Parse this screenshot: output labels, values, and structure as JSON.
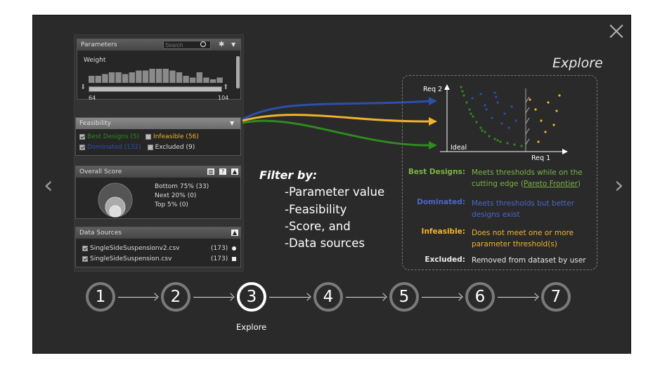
{
  "close_label": "×",
  "nav": {
    "prev": "‹",
    "next": "›"
  },
  "parameters": {
    "title": "Parameters",
    "search_placeholder": "Search",
    "weight_label": "Weight",
    "min": "64",
    "max": "104",
    "histogram": [
      4,
      4,
      5,
      6,
      6,
      5,
      6,
      7,
      7,
      8,
      8,
      8,
      7,
      6,
      4,
      3,
      6,
      3,
      2,
      3
    ]
  },
  "feasibility": {
    "title": "Feasibility",
    "best": "Best Designs (5)",
    "infeasible": "Infeasible (56)",
    "dominated": "Dominated (132)",
    "excluded": "Excluded (9)"
  },
  "overall_score": {
    "title": "Overall Score",
    "bottom": "Bottom 75% (33)",
    "next": "Next 20% (0)",
    "top": "Top 5% (0)"
  },
  "data_sources": {
    "title": "Data Sources",
    "items": [
      {
        "name": "SingleSideSuspensionv2.csv",
        "count": "(173)"
      },
      {
        "name": "SingleSideSuspension.csv",
        "count": "(173)"
      }
    ]
  },
  "filter": {
    "heading": "Filter by:",
    "items": [
      "-Parameter value",
      "-Feasibility",
      "-Score, and",
      "-Data sources"
    ]
  },
  "explore_title": "Explore",
  "graph": {
    "y_label": "Req 2",
    "x_label": "Req 1",
    "ideal_label": "Ideal"
  },
  "legend": [
    {
      "label": "Best Designs:",
      "desc_pre": "Meets thresholds while on the cutting edge (",
      "link": "Pareto Frontier",
      "desc_post": ")",
      "color": "#7cb342"
    },
    {
      "label": "Dominated:",
      "desc": "Meets thresholds but better designs exist",
      "color": "#4a67c8"
    },
    {
      "label": "Infeasible:",
      "desc": "Does not meet one or more parameter threshold(s)",
      "color": "#f0b429"
    },
    {
      "label": "Excluded:",
      "desc": "Removed from dataset by user",
      "color": "#e8e8e8"
    }
  ],
  "steps": [
    "1",
    "2",
    "3",
    "4",
    "5",
    "6",
    "7"
  ],
  "active_step_label": "Explore",
  "colors": {
    "green": "#2e8b1f",
    "blue": "#2c4fae",
    "yellow": "#f0b429"
  }
}
